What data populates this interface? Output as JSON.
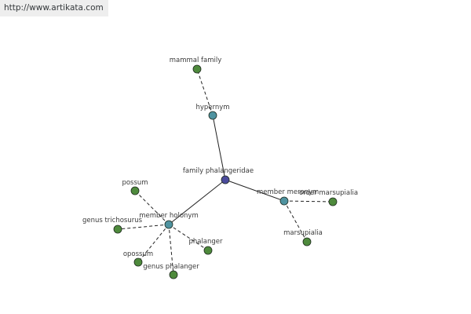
{
  "banner": {
    "url": "http://www.artikata.com"
  },
  "colors": {
    "center": "#4b4b9c",
    "relation": "#4f93a0",
    "leaf": "#4e8a3c"
  },
  "nodes": [
    {
      "id": "center",
      "label": "family phalangeridae",
      "kind": "center"
    },
    {
      "id": "hypernym",
      "label": "hypernym",
      "kind": "relation"
    },
    {
      "id": "mammal-family",
      "label": "mammal family",
      "kind": "leaf"
    },
    {
      "id": "member-meronym",
      "label": "member meronym",
      "kind": "relation"
    },
    {
      "id": "order-marsupialia",
      "label": "order marsupialia",
      "kind": "leaf"
    },
    {
      "id": "marsupialia",
      "label": "marsupialia",
      "kind": "leaf"
    },
    {
      "id": "member-holonym",
      "label": "member holonym",
      "kind": "relation"
    },
    {
      "id": "possum",
      "label": "possum",
      "kind": "leaf"
    },
    {
      "id": "genus-trichosurus",
      "label": "genus trichosurus",
      "kind": "leaf"
    },
    {
      "id": "opossum",
      "label": "opossum",
      "kind": "leaf"
    },
    {
      "id": "genus-phalanger",
      "label": "genus phalanger",
      "kind": "leaf"
    },
    {
      "id": "phalanger",
      "label": "phalanger",
      "kind": "leaf"
    }
  ],
  "edges": [
    {
      "from": "center",
      "to": "hypernym",
      "style": "solid"
    },
    {
      "from": "hypernym",
      "to": "mammal-family",
      "style": "dashed"
    },
    {
      "from": "center",
      "to": "member-meronym",
      "style": "solid"
    },
    {
      "from": "member-meronym",
      "to": "order-marsupialia",
      "style": "dashed"
    },
    {
      "from": "member-meronym",
      "to": "marsupialia",
      "style": "dashed"
    },
    {
      "from": "center",
      "to": "member-holonym",
      "style": "solid"
    },
    {
      "from": "member-holonym",
      "to": "possum",
      "style": "dashed"
    },
    {
      "from": "member-holonym",
      "to": "genus-trichosurus",
      "style": "dashed"
    },
    {
      "from": "member-holonym",
      "to": "opossum",
      "style": "dashed"
    },
    {
      "from": "member-holonym",
      "to": "genus-phalanger",
      "style": "dashed"
    },
    {
      "from": "member-holonym",
      "to": "phalanger",
      "style": "dashed"
    }
  ]
}
